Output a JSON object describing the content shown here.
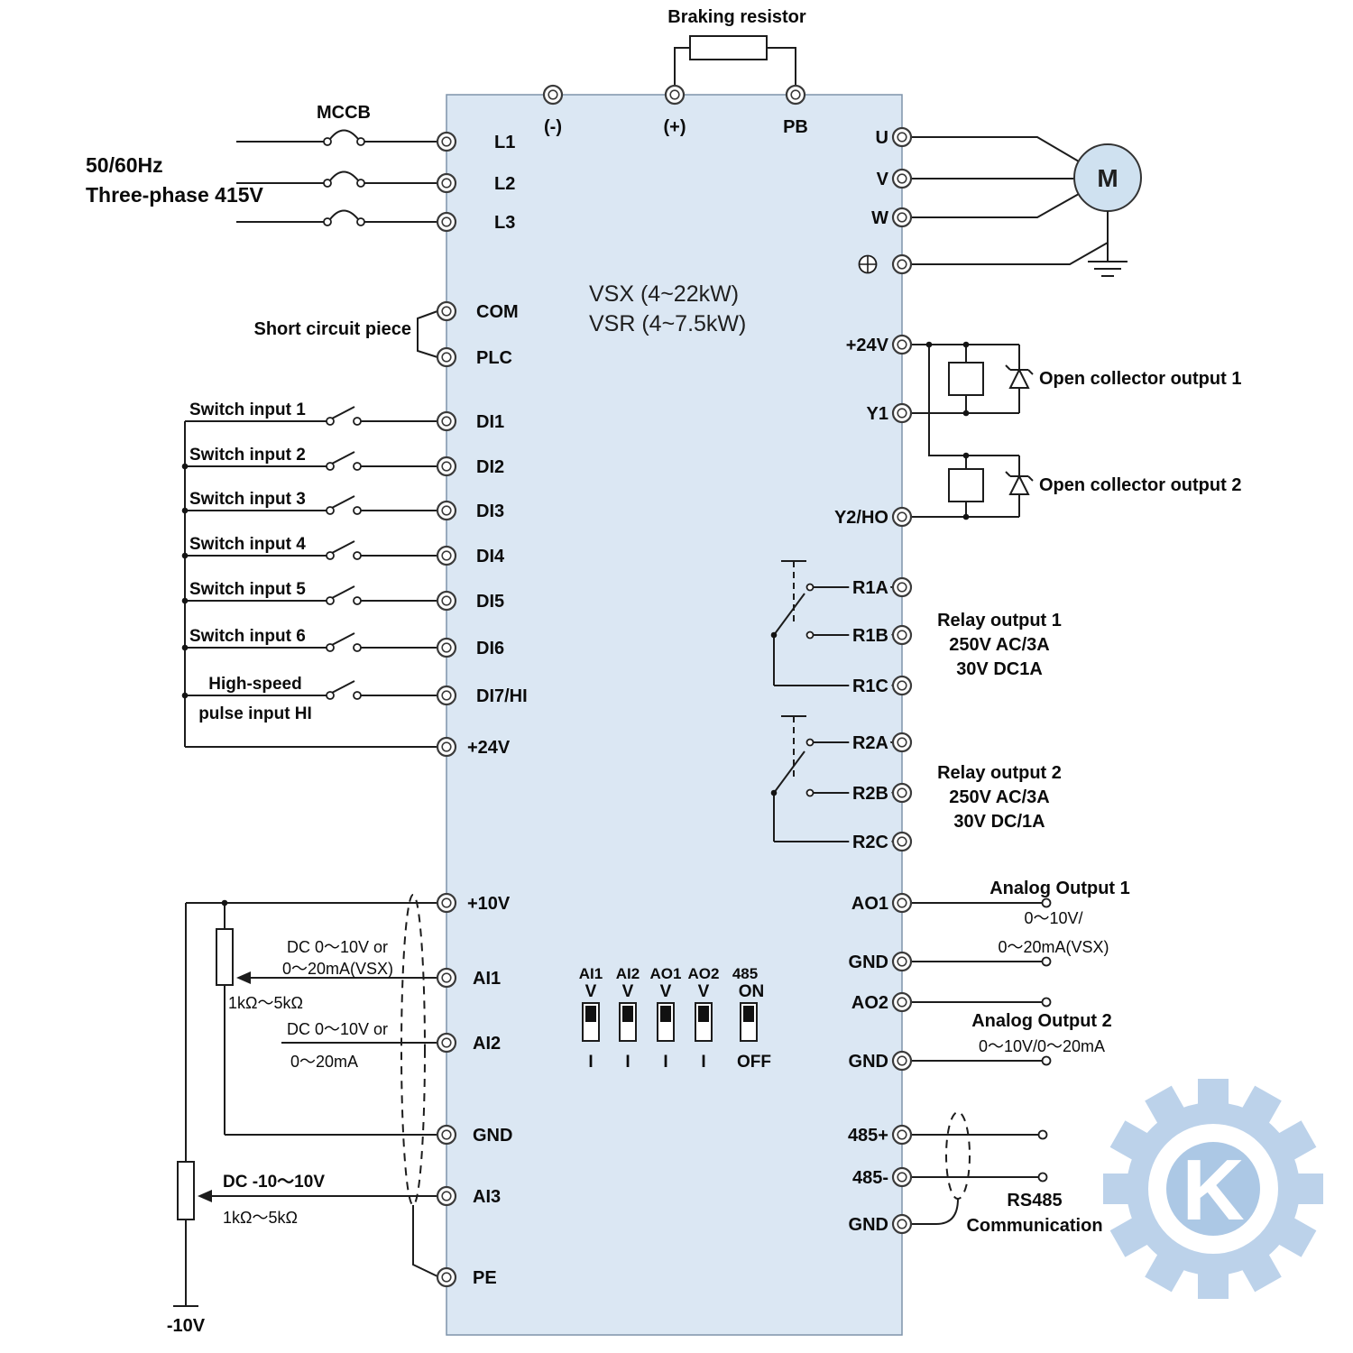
{
  "diagram": {
    "model_line1": "VSX (4~22kW)",
    "model_line2": "VSR (4~7.5kW)"
  },
  "top": {
    "braking_resistor": "Braking resistor",
    "terminal_minus": "(-)",
    "terminal_plus": "(+)",
    "terminal_pb": "PB"
  },
  "power_input": {
    "mccb": "MCCB",
    "frequency": "50/60Hz",
    "phase": "Three-phase  415V",
    "terminals": [
      "L1",
      "L2",
      "L3"
    ]
  },
  "digital_inputs": {
    "short_circuit_piece": "Short circuit piece",
    "com": "COM",
    "plc": "PLC",
    "switch_labels": [
      "Switch input 1",
      "Switch input 2",
      "Switch input 3",
      "Switch input 4",
      "Switch input 5",
      "Switch input 6"
    ],
    "terminals": [
      "DI1",
      "DI2",
      "DI3",
      "DI4",
      "DI5",
      "DI6"
    ],
    "di7": "DI7/HI",
    "high_speed_line1": "High-speed",
    "high_speed_line2": "pulse input HI",
    "p24v": "+24V"
  },
  "analog_inputs": {
    "p10v": "+10V",
    "ai1": "AI1",
    "ai2": "AI2",
    "gnd": "GND",
    "ai3": "AI3",
    "pe": "PE",
    "ai1_note1": "DC 0～10V or",
    "ai1_note2": "0～20mA(VSX)",
    "ai1_pot": "1kΩ～5kΩ",
    "ai2_note1": "DC 0～10V or",
    "ai2_note2": "0～20mA",
    "ai3_note": "DC -10～10V",
    "ai3_pot": "1kΩ～5kΩ",
    "neg10v": "-10V"
  },
  "dip_switches": {
    "labels": [
      "AI1",
      "AI2",
      "AO1",
      "AO2",
      "485"
    ],
    "v": "V",
    "i": "I",
    "on": "ON",
    "off": "OFF"
  },
  "motor_output": {
    "terminals": [
      "U",
      "V",
      "W"
    ],
    "motor": "M"
  },
  "open_collector": {
    "p24v": "+24V",
    "y1": "Y1",
    "y2": "Y2/HO",
    "out1": "Open collector output 1",
    "out2": "Open collector output 2"
  },
  "relay1": {
    "terminals": [
      "R1A",
      "R1B",
      "R1C"
    ],
    "line1": "Relay output 1",
    "line2": "250V AC/3A",
    "line3": "30V DC1A"
  },
  "relay2": {
    "terminals": [
      "R2A",
      "R2B",
      "R2C"
    ],
    "line1": "Relay output 2",
    "line2": "250V AC/3A",
    "line3": "30V DC/1A"
  },
  "analog_outputs": {
    "ao1": "AO1",
    "gnd1": "GND",
    "ao2": "AO2",
    "gnd2": "GND",
    "ao1_label": "Analog Output 1",
    "ao1_spec1": "0～10V/",
    "ao1_spec2": "0～20mA(VSX)",
    "ao2_label": "Analog Output 2",
    "ao2_spec": "0～10V/0～20mA"
  },
  "rs485": {
    "p": "485+",
    "n": "485-",
    "gnd": "GND",
    "line1": "RS485",
    "line2": "Communication"
  },
  "watermark": {
    "letter": "K"
  },
  "colors": {
    "block_fill": "#dbe7f3",
    "line": "#1c1c1c",
    "watermark": "#b7cfe9"
  }
}
